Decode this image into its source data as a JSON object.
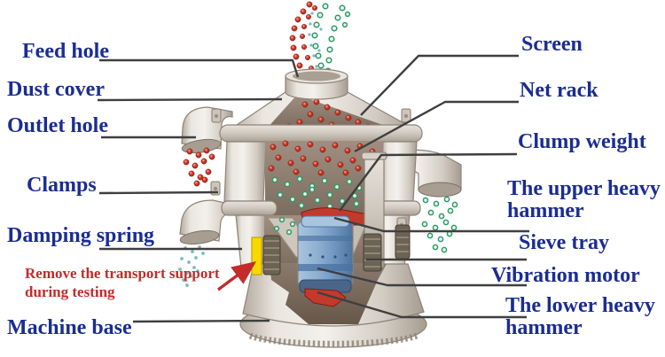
{
  "diagram_type": "labeled cutaway diagram of rotary vibrating sieve machine",
  "labels": {
    "feed_hole": "Feed hole",
    "dust_cover": "Dust cover",
    "outlet_hole": "Outlet hole",
    "clamps": "Clamps",
    "damping_spring": "Damping spring",
    "machine_base": "Machine base",
    "screen": "Screen",
    "net_rack": "Net rack",
    "clump_weight": "Clump weight",
    "upper_hammer": "The upper heavy hammer",
    "sieve_tray": "Sieve tray",
    "vibration_motor": "Vibration motor",
    "lower_hammer": "The lower heavy hammer"
  },
  "annotation": {
    "line1": "Remove the transport support",
    "line2": "during testing"
  },
  "colors": {
    "label": "#1b2d92",
    "annotation": "#c42b2b",
    "leader_line": "#3f3f3f",
    "machine_body": "#d8d2cb",
    "cutaway_interior": "#8d7e71",
    "motor_blue": "#7fa7c9",
    "hammer_red": "#c23a2b",
    "red_particles": "#cf3a2a",
    "green_particles": "#2c9c66",
    "blue_particles": "#79b9ca",
    "transport_support_yellow": "#f6d900"
  }
}
